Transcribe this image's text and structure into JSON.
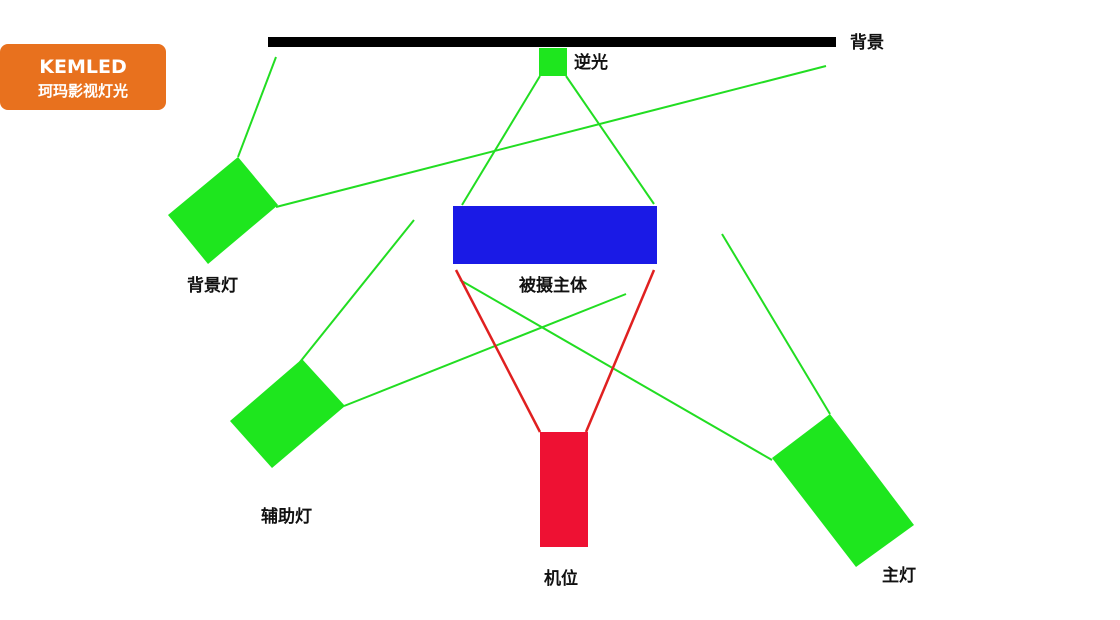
{
  "logo": {
    "brand": "KEMLED",
    "tagline": "珂玛影视灯光",
    "color": "#e8711e"
  },
  "labels": {
    "background": "背景",
    "backlight": "逆光",
    "background_light": "背景灯",
    "subject": "被摄主体",
    "fill_light": "辅助灯",
    "camera": "机位",
    "key_light": "主灯"
  },
  "colors": {
    "light": "#1ee61e",
    "beam": "#22dd22",
    "subject": "#1a1ae6",
    "camera": "#ee1133",
    "camera_view": "#e02020",
    "backdrop": "#000000"
  }
}
